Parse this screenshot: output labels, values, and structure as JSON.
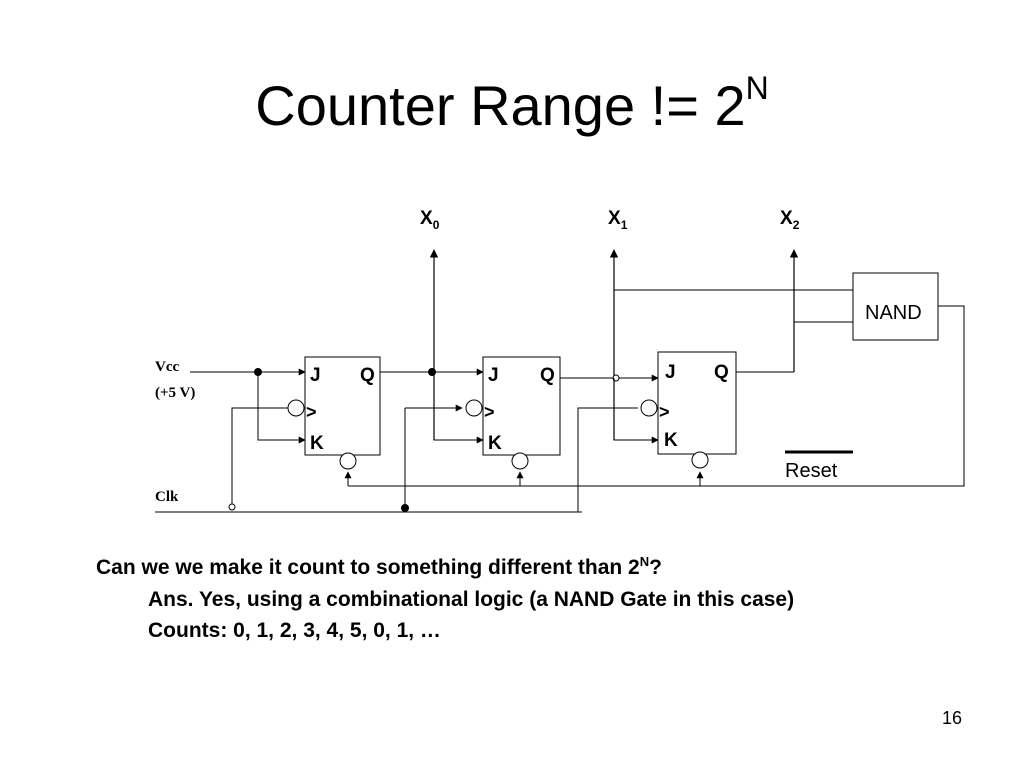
{
  "title": {
    "text": "Counter Range != 2",
    "superscript": "N"
  },
  "circuit": {
    "outputs": [
      {
        "name": "X",
        "sub": "0"
      },
      {
        "name": "X",
        "sub": "1"
      },
      {
        "name": "X",
        "sub": "2"
      }
    ],
    "flip_flops": [
      {
        "j": "J",
        "q": "Q",
        "clk": ">",
        "k": "K"
      },
      {
        "j": "J",
        "q": "Q",
        "clk": ">",
        "k": "K"
      },
      {
        "j": "J",
        "q": "Q",
        "clk": ">",
        "k": "K"
      }
    ],
    "vcc_label": "Vcc",
    "vcc_value": "(+5 V)",
    "clk_label": "Clk",
    "gate_label": "NAND",
    "reset_label": "Reset"
  },
  "text": {
    "question": "Can we we make it count to something different than 2",
    "question_sup": "N",
    "question_end": "?",
    "answer": "Ans. Yes, using a combinational logic (a NAND Gate in this case)",
    "counts": "Counts: 0, 1, 2, 3, 4, 5, 0, 1, …"
  },
  "page_number": "16"
}
